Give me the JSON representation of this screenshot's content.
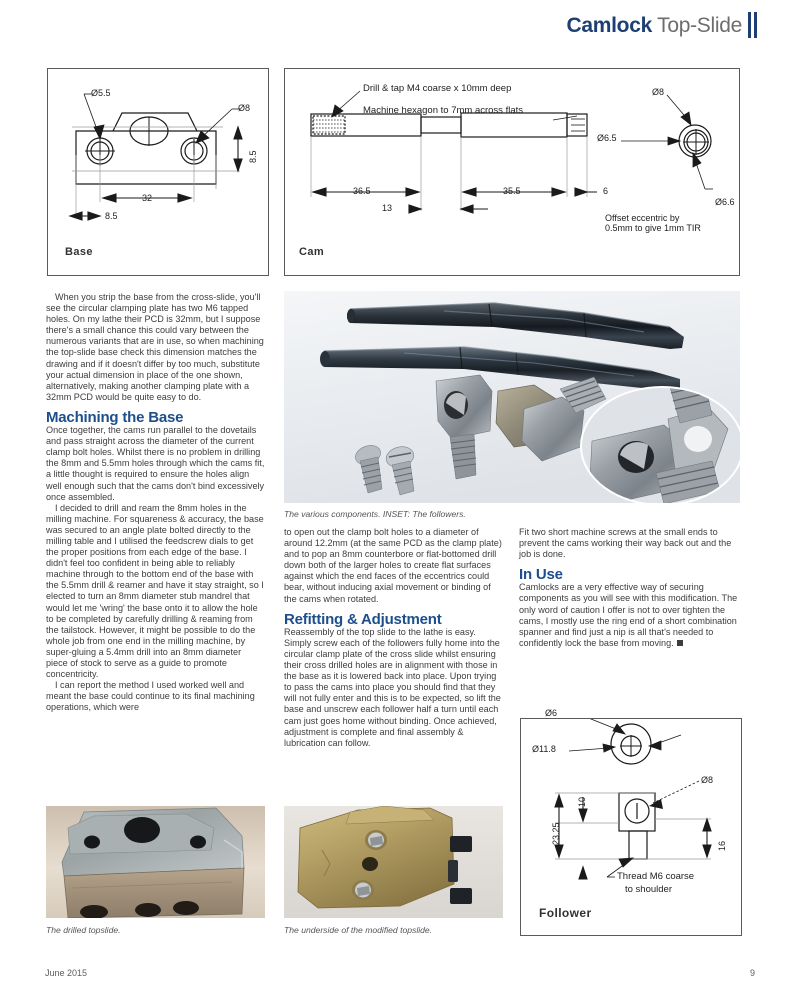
{
  "header": {
    "title_bold": "Camlock",
    "title_light": " Top-Slide"
  },
  "drawings": {
    "base": {
      "label": "Base",
      "dims": {
        "d55": "Ø5.5",
        "d8": "Ø8",
        "w32": "32",
        "x85": "8.5",
        "y85": "8.5"
      }
    },
    "cam": {
      "label": "Cam",
      "notes": {
        "tap": "Drill & tap M4 coarse x 10mm deep",
        "hex": "Machine hexagon to 7mm across flats",
        "offset_line1": "Offset eccentric by",
        "offset_line2": "0.5mm to give 1mm TIR"
      },
      "dims": {
        "l365": "36.5",
        "l355": "35.5",
        "l13": "13",
        "l6": "6",
        "d8": "Ø8",
        "d65": "Ø6.5",
        "d66": "Ø6.6"
      }
    },
    "follower": {
      "label": "Follower",
      "dims": {
        "d6": "Ø6",
        "d118": "Ø11.8",
        "d8": "Ø8",
        "h2325": "23.25",
        "h16": "16",
        "h10": "10"
      },
      "notes": {
        "thread_line1": "Thread M6 coarse",
        "thread_line2": "to shoulder"
      }
    }
  },
  "article": {
    "col1": {
      "intro": "When you strip the base from the cross-slide, you'll see the circular clamping plate has two M6 tapped holes. On my lathe their PCD is 32mm, but I suppose there's a small chance this could vary between the numerous variants that are in use, so when machining the top-slide base check this dimension matches the drawing and if it doesn't differ by too much, substitute your actual dimension in place of the one shown, alternatively, making another clamping plate with a 32mm PCD would be quite easy to do.",
      "heading": "Machining the Base",
      "para1": "Once together, the cams run parallel to the dovetails and pass straight across the diameter of the current clamp bolt holes. Whilst there is no problem in drilling the 8mm and 5.5mm holes through which the cams fit, a little thought is required to ensure the holes align well enough such that the cams don't bind excessively once assembled.",
      "para2": "I decided to drill and ream the 8mm holes in the milling machine. For squareness & accuracy, the base was secured to an angle plate bolted directly to the milling table and I utilised the feedscrew dials to get the proper positions from each edge of the base. I didn't feel too confident in being able to reliably machine through to the bottom end of the base with the 5.5mm drill & reamer and have it stay straight, so I elected to turn an 8mm diameter stub mandrel that would let me 'wring' the base onto it to allow the hole to be completed by carefully drilling & reaming from the tailstock. However, it might be possible to do the whole job from one end in the milling machine, by super-gluing a 5.4mm drill into an 8mm diameter piece of stock to serve as a guide to promote concentricity.",
      "para3": "I can report the method I used worked well and meant the base could continue to its final machining operations, which were"
    },
    "col2": {
      "para1": "to open out the clamp bolt holes to a diameter of around 12.2mm (at the same PCD as the clamp plate) and to pop an 8mm counterbore or flat-bottomed drill down both of the larger holes to create flat surfaces against which the end faces of the eccentrics could bear, without inducing axial movement or binding of the cams when rotated.",
      "heading": "Refitting & Adjustment",
      "para2": "Reassembly of the top slide to the lathe is easy. Simply screw each of the followers fully home into the circular clamp plate of the cross slide whilst ensuring their cross drilled holes are in alignment with those in the base as it is lowered back into place. Upon trying to pass the cams into place you should find that they will not fully enter and this is to be expected, so lift the base and unscrew each follower half a turn until each cam just goes home without binding. Once achieved, adjustment is complete and final assembly & lubrication can follow."
    },
    "col3": {
      "para1": "Fit two short machine screws at the small ends to prevent the cams working their way back out and the job is done.",
      "heading": "In Use",
      "para2": "Camlocks are a very effective way of securing components as you will see with this modification. The only word of caution I offer is not to over tighten the cams, I mostly use the ring end of a short combination spanner and find just a nip is all that's needed to confidently lock the base from moving."
    }
  },
  "captions": {
    "main_photo": "The various components. INSET: The followers.",
    "photo_left": "The drilled topslide.",
    "photo_right": "The underside of the modified topslide."
  },
  "footer": {
    "date": "June 2015",
    "page": "9"
  },
  "colors": {
    "accent_blue": "#1d4f8c",
    "header_blue": "#1d3f73",
    "body_text": "#3d3d3d"
  }
}
